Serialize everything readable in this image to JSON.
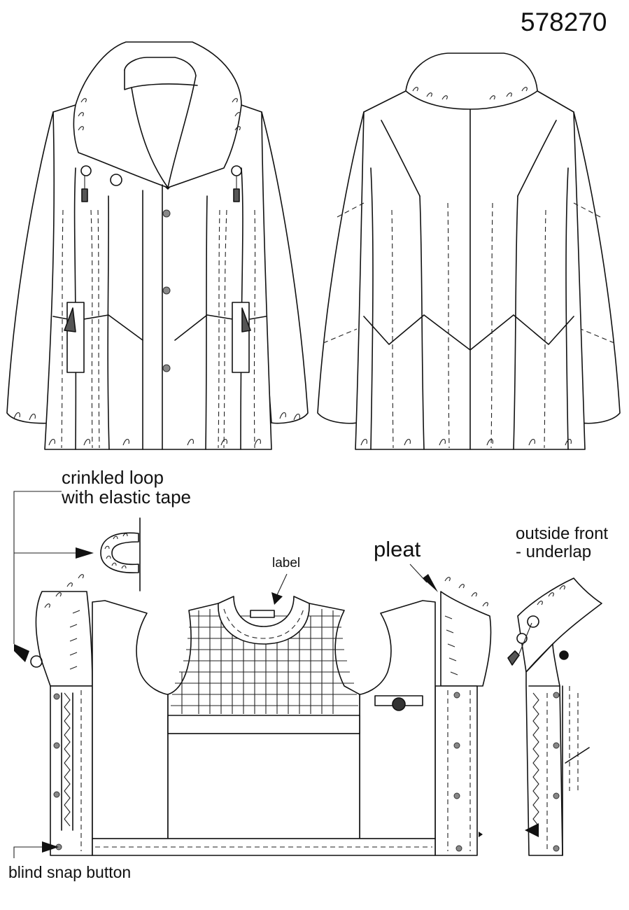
{
  "style_number": "578270",
  "callouts": {
    "crinkled_loop": "crinkled loop\nwith elastic tape",
    "pleat": "pleat",
    "label": "label",
    "outside_front": "outside front\n- underlap",
    "blind_snap": "blind snap button"
  },
  "colors": {
    "line": "#111111",
    "button_fill": "#888888",
    "background": "#ffffff"
  }
}
